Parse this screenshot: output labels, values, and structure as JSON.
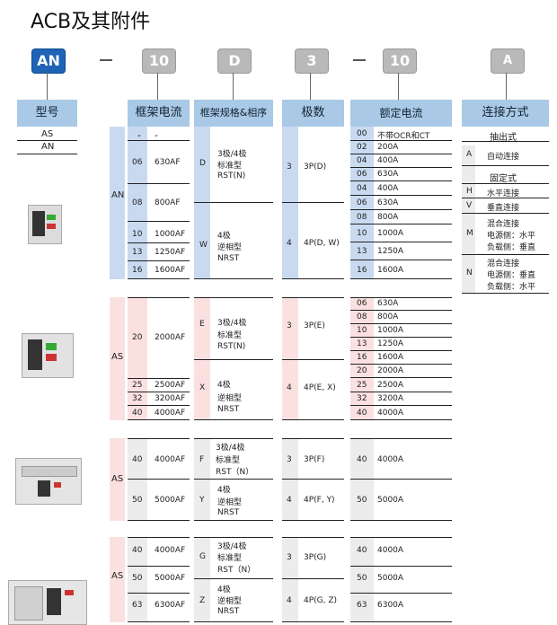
{
  "title": "ACB及其附件",
  "code": {
    "series": "AN",
    "frame": "10",
    "spec": "D",
    "poles": "3",
    "rated": "10",
    "conn": "A"
  },
  "headers": {
    "model": "型号",
    "frame": "框架电流",
    "spec": "框架规格&相序",
    "poles": "极数",
    "rated": "额定电流",
    "conn": "连接方式"
  },
  "model_list": [
    "AS",
    "AN"
  ],
  "group1": {
    "model": "AN",
    "frame_rows": [
      {
        "code": "-",
        "value": "-"
      },
      {
        "code": "06",
        "value": "630AF"
      },
      {
        "code": "08",
        "value": "800AF"
      },
      {
        "code": "10",
        "value": "1000AF"
      },
      {
        "code": "13",
        "value": "1250AF"
      },
      {
        "code": "16",
        "value": "1600AF"
      }
    ],
    "spec_rows": [
      {
        "code": "D",
        "l1": "3极/4极",
        "l2": "标准型",
        "l3": "RST(N)"
      },
      {
        "code": "W",
        "l1": "4极",
        "l2": "逆相型",
        "l3": "NRST"
      }
    ],
    "pole_rows": [
      {
        "code": "3",
        "value": "3P(D)"
      },
      {
        "code": "4",
        "value": "4P(D, W)"
      }
    ],
    "rated_rows": [
      {
        "code": "00",
        "value": "不带OCR和CT"
      },
      {
        "code": "02",
        "value": "200A"
      },
      {
        "code": "04",
        "value": "400A"
      },
      {
        "code": "06",
        "value": "630A"
      },
      {
        "code": "04",
        "value": "400A"
      },
      {
        "code": "06",
        "value": "630A"
      },
      {
        "code": "08",
        "value": "800A"
      },
      {
        "code": "10",
        "value": "1000A"
      },
      {
        "code": "13",
        "value": "1250A"
      },
      {
        "code": "16",
        "value": "1600A"
      }
    ]
  },
  "group2": {
    "model": "AS",
    "frame_rows": [
      {
        "code": "20",
        "value": "2000AF"
      },
      {
        "code": "25",
        "value": "2500AF"
      },
      {
        "code": "32",
        "value": "3200AF"
      },
      {
        "code": "40",
        "value": "4000AF"
      }
    ],
    "spec_rows": [
      {
        "code": "E",
        "l1": "3极/4极",
        "l2": "标准型",
        "l3": "RST(N)"
      },
      {
        "code": "X",
        "l1": "4极",
        "l2": "逆相型",
        "l3": "NRST"
      }
    ],
    "pole_rows": [
      {
        "code": "3",
        "value": "3P(E)"
      },
      {
        "code": "4",
        "value": "4P(E, X)"
      }
    ],
    "rated_rows": [
      {
        "code": "06",
        "value": "630A"
      },
      {
        "code": "08",
        "value": "800A"
      },
      {
        "code": "10",
        "value": "1000A"
      },
      {
        "code": "13",
        "value": "1250A"
      },
      {
        "code": "16",
        "value": "1600A"
      },
      {
        "code": "20",
        "value": "2000A"
      },
      {
        "code": "25",
        "value": "2500A"
      },
      {
        "code": "32",
        "value": "3200A"
      },
      {
        "code": "40",
        "value": "4000A"
      }
    ]
  },
  "group3": {
    "model": "AS",
    "frame_rows": [
      {
        "code": "40",
        "value": "4000AF"
      },
      {
        "code": "50",
        "value": "5000AF"
      }
    ],
    "spec_rows": [
      {
        "code": "F",
        "l1": "3极/4极",
        "l2": "标准型",
        "l3": "RST（N）"
      },
      {
        "code": "Y",
        "l1": "4极",
        "l2": "逆相型",
        "l3": "NRST"
      }
    ],
    "pole_rows": [
      {
        "code": "3",
        "value": "3P(F)"
      },
      {
        "code": "4",
        "value": "4P(F, Y)"
      }
    ],
    "rated_rows": [
      {
        "code": "40",
        "value": "4000A"
      },
      {
        "code": "50",
        "value": "5000A"
      }
    ]
  },
  "group4": {
    "model": "AS",
    "frame_rows": [
      {
        "code": "40",
        "value": "4000AF"
      },
      {
        "code": "50",
        "value": "5000AF"
      },
      {
        "code": "63",
        "value": "6300AF"
      }
    ],
    "spec_rows": [
      {
        "code": "G",
        "l1": "3极/4极",
        "l2": "标准型",
        "l3": "RST（N）"
      },
      {
        "code": "Z",
        "l1": "4极",
        "l2": "逆相型",
        "l3": "NRST"
      }
    ],
    "pole_rows": [
      {
        "code": "3",
        "value": "3P(G)"
      },
      {
        "code": "4",
        "value": "4P(G, Z)"
      }
    ],
    "rated_rows": [
      {
        "code": "40",
        "value": "4000A"
      },
      {
        "code": "50",
        "value": "5000A"
      },
      {
        "code": "63",
        "value": "6300A"
      }
    ]
  },
  "connection": {
    "section1_title": "抽出式",
    "section1_rows": [
      {
        "code": "A",
        "value": "自动连接"
      }
    ],
    "section2_title": "固定式",
    "section2_rows": [
      {
        "code": "H",
        "l1": "水平连接"
      },
      {
        "code": "V",
        "l1": "垂直连接"
      },
      {
        "code": "M",
        "l1": "混合连接",
        "l2": "电源侧：水平",
        "l3": "负载侧：垂直"
      },
      {
        "code": "N",
        "l1": "混合连接",
        "l2": "电源侧：垂直",
        "l3": "负载侧：水平"
      }
    ]
  },
  "colors": {
    "header_bg": "#a9c9e6",
    "blue_band": "#c9daf0",
    "pink_band": "#fbe0e0",
    "gray_band": "#ececec",
    "pill_blue": "#1e63b4",
    "pill_gray": "#b9b9b9"
  }
}
